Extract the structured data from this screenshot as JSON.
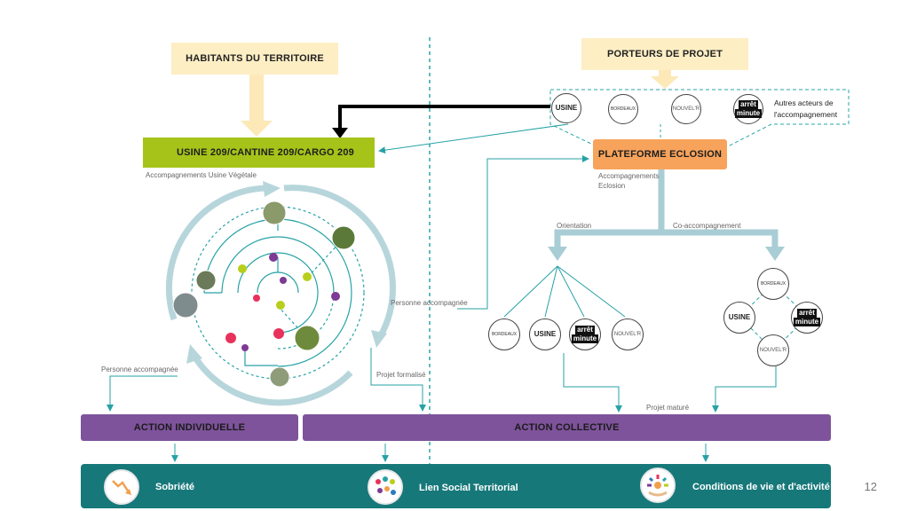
{
  "top": {
    "habitants": "HABITANTS DU TERRITOIRE",
    "porteurs": "PORTEURS DE PROJET",
    "autres_line1": "Autres acteurs de",
    "autres_line2": "l'accompagnement"
  },
  "boxes": {
    "usine": "USINE 209/CANTINE 209/CARGO 209",
    "eclosion": "PLATEFORME ECLOSION",
    "individuelle": "ACTION INDIVIDUELLE",
    "collective": "ACTION COLLECTIVE"
  },
  "labels": {
    "accomp_usine": "Accompagnements Usine Végétale",
    "accomp_eclosion_1": "Accompagnements",
    "accomp_eclosion_2": "Eclosion",
    "orientation": "Orientation",
    "co_accomp": "Co-accompagnement",
    "personne_accomp_left": "Personne accompagnée",
    "personne_accomp_mid": "Personne accompagnée",
    "projet_formalise": "Projet formalisé",
    "projet_mature": "Projet maturé"
  },
  "logos": {
    "usine": "USINE",
    "arret_1": "arrêt",
    "arret_2": "minute",
    "nouvel": "NOUVEL'R",
    "bordeaux": "BORDEAUX"
  },
  "outcomes": {
    "sobriete": "Sobriété",
    "lien": "Lien Social Territorial",
    "conditions": "Conditions de vie et d'activité"
  },
  "page_number": "12",
  "colors": {
    "cream": "#fdeec4",
    "green": "#a6c31a",
    "orange": "#f7a35c",
    "purple": "#7e539b",
    "teal": "#17787a",
    "arrow": "#a9cdd4"
  }
}
